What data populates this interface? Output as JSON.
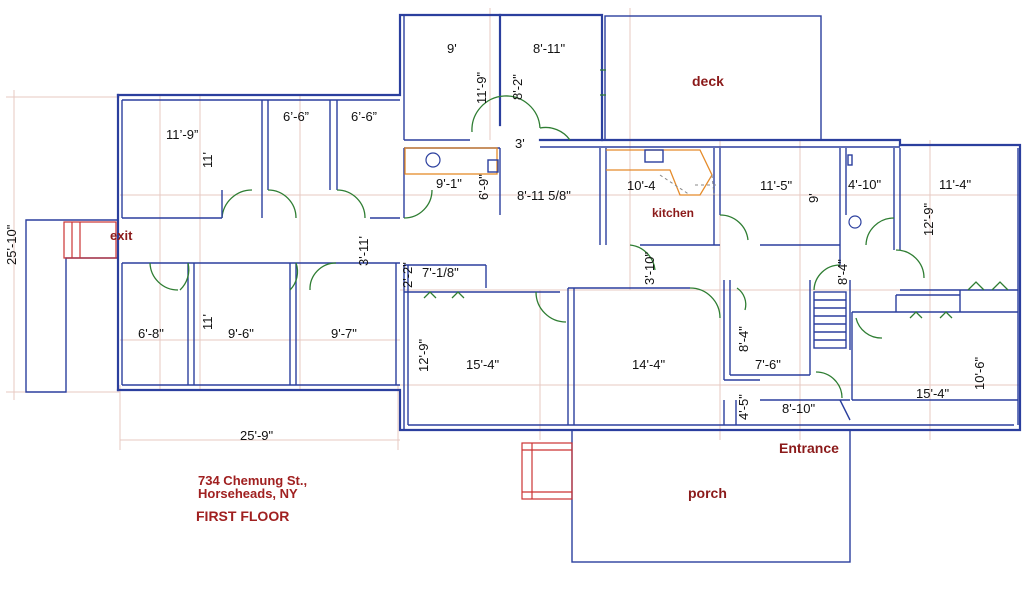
{
  "plan": {
    "address_line1": "734 Chemung St.,",
    "address_line2": "Horseheads, NY",
    "floor_title": "FIRST FLOOR",
    "labels": {
      "deck": "deck",
      "kitchen": "kitchen",
      "exit": "exit",
      "entrance": "Entrance",
      "porch": "porch"
    },
    "overall_dims": {
      "height": "25'-10\"",
      "width": "25'-9\""
    },
    "rooms": {
      "bed_top_left_w": "11’-9”",
      "bed_top_left_h": "11'",
      "closet_a_w": "6’-6”",
      "closet_b_w": "6’-6”",
      "top_center_w": "9'",
      "top_center_h": "11'-9\"",
      "top_right_w": "8'-11\"",
      "top_right_h": "8'-2\"",
      "passage_w": "3'",
      "bath_w": "9'-1\"",
      "bath_h": "6'-9\"",
      "hall_w": "8'-11 5/8\"",
      "kitchen_w": "10'-4",
      "dining_w": "11'-5\"",
      "dining_h": "9'",
      "bath2_w": "4'-10\"",
      "bed_right_w": "11'-4\"",
      "bed_right_h": "12'-9\"",
      "hall_left_h": "3'-11'",
      "room_b1_w": "6'-8\"",
      "room_b1_h": "11'",
      "room_b2_w": "9'-6\"",
      "room_b3_w": "9'-7\"",
      "small_h": "2'-2\"",
      "small_w": "7'-1/8\"",
      "living_left_h": "12'-9\"",
      "living_left_w": "15'-4\"",
      "hall_mid_h": "3'-10\"",
      "living_mid_w": "14'-4\"",
      "stair_h": "8'-4\"",
      "hall_right_h": "8'-4\"",
      "hall_right_w": "7'-6\"",
      "entry_h": "4'-5\"",
      "entry_w": "8'-10\"",
      "living_right_w": "15'-4\"",
      "living_right_h": "10'-6\""
    },
    "colors": {
      "walls": "#2b3f9e",
      "doors": "#2e7d32",
      "dimensions": "#e7c9c2",
      "annotation": "#8b1a1a",
      "fixtures": "#e58b2a"
    }
  }
}
